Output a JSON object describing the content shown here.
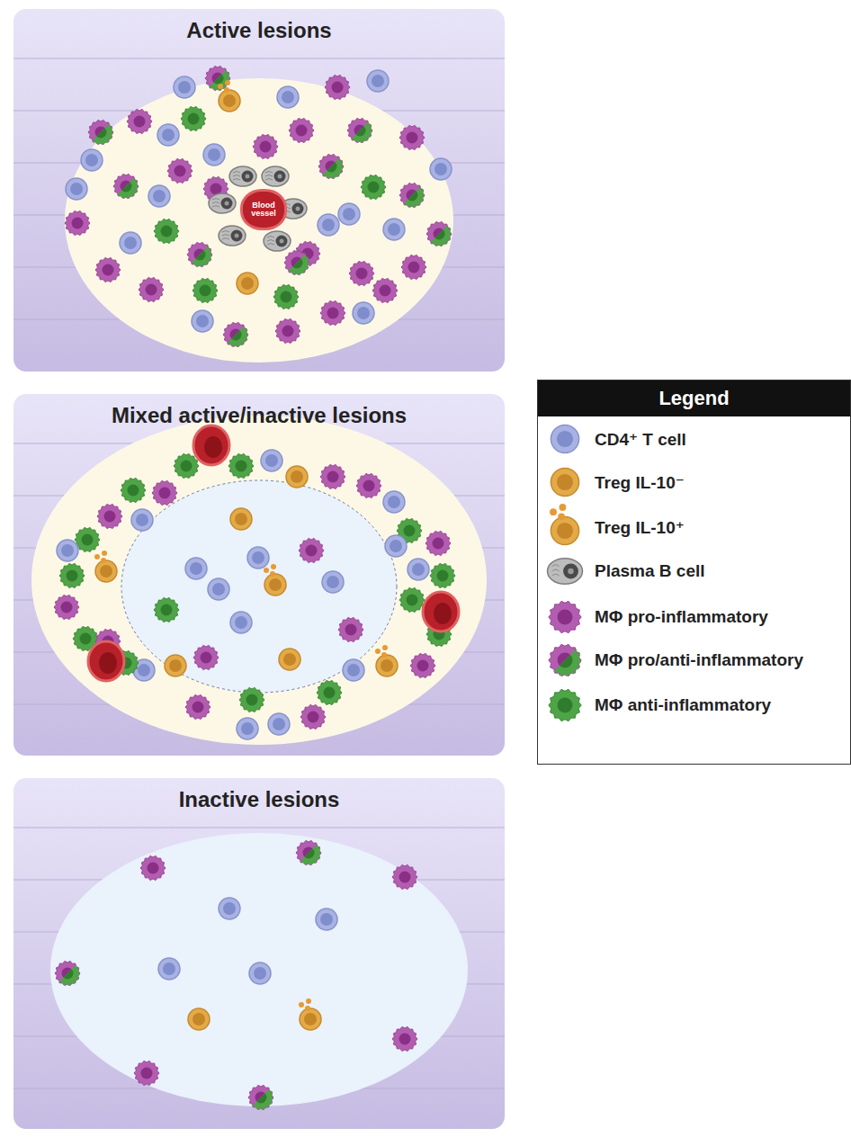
{
  "diagram": {
    "nodes": [
      {
        "text": [
          "Active lesions"
        ]
      },
      {
        "text": [
          "Blood vessel"
        ],
        "in": 0
      },
      {
        "text": [
          "Mixed active/inactive lesions"
        ]
      },
      {
        "text": [
          "Inactive lesions"
        ]
      },
      {
        "text": [
          "Legend"
        ]
      }
    ],
    "legend": [
      {
        "text": "CD4⁺ T cell"
      },
      {
        "text": "Treg IL-10⁻"
      },
      {
        "text": "Treg IL-10⁺"
      },
      {
        "text": "Plasma B cell"
      },
      {
        "text": "MΦ pro-inflammatory"
      },
      {
        "text": "MΦ pro/anti-inflammatory"
      },
      {
        "text": "MΦ anti-inflammatory"
      }
    ]
  }
}
